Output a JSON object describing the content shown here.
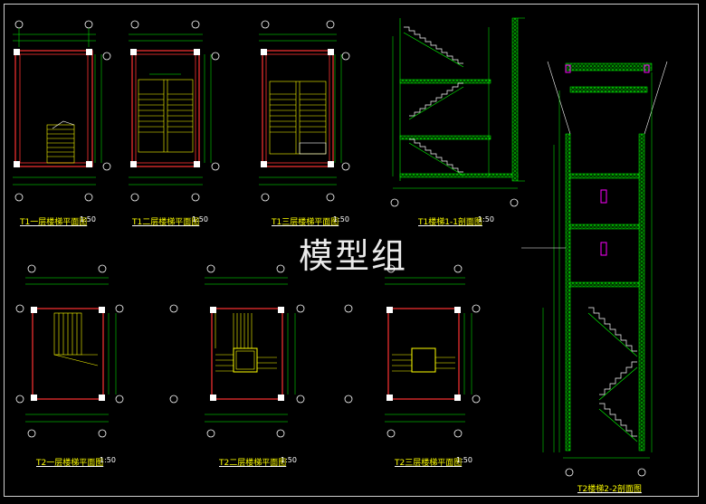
{
  "watermark": "模型组",
  "drawings": [
    {
      "title": "T1一层楼梯平面图",
      "scale": "1:50"
    },
    {
      "title": "T1二层楼梯平面图",
      "scale": "1:50"
    },
    {
      "title": "T1三层楼梯平面图",
      "scale": "1:50"
    },
    {
      "title": "T1楼梯1-1剖面图",
      "scale": "1:50"
    },
    {
      "title": "T2一层楼梯平面图",
      "scale": "1:50"
    },
    {
      "title": "T2二层楼梯平面图",
      "scale": "1:50"
    },
    {
      "title": "T2三层楼梯平面图",
      "scale": "1:50"
    },
    {
      "title": "T2楼梯2-2剖面图",
      "scale": ""
    }
  ],
  "colors": {
    "background": "#000000",
    "dim_lines": "#00ff00",
    "walls": "#ff3333",
    "stairs": "#ffff00",
    "columns": "#ffffff",
    "axis_bubbles": "#ffffff",
    "accent": "#ff00ff"
  }
}
